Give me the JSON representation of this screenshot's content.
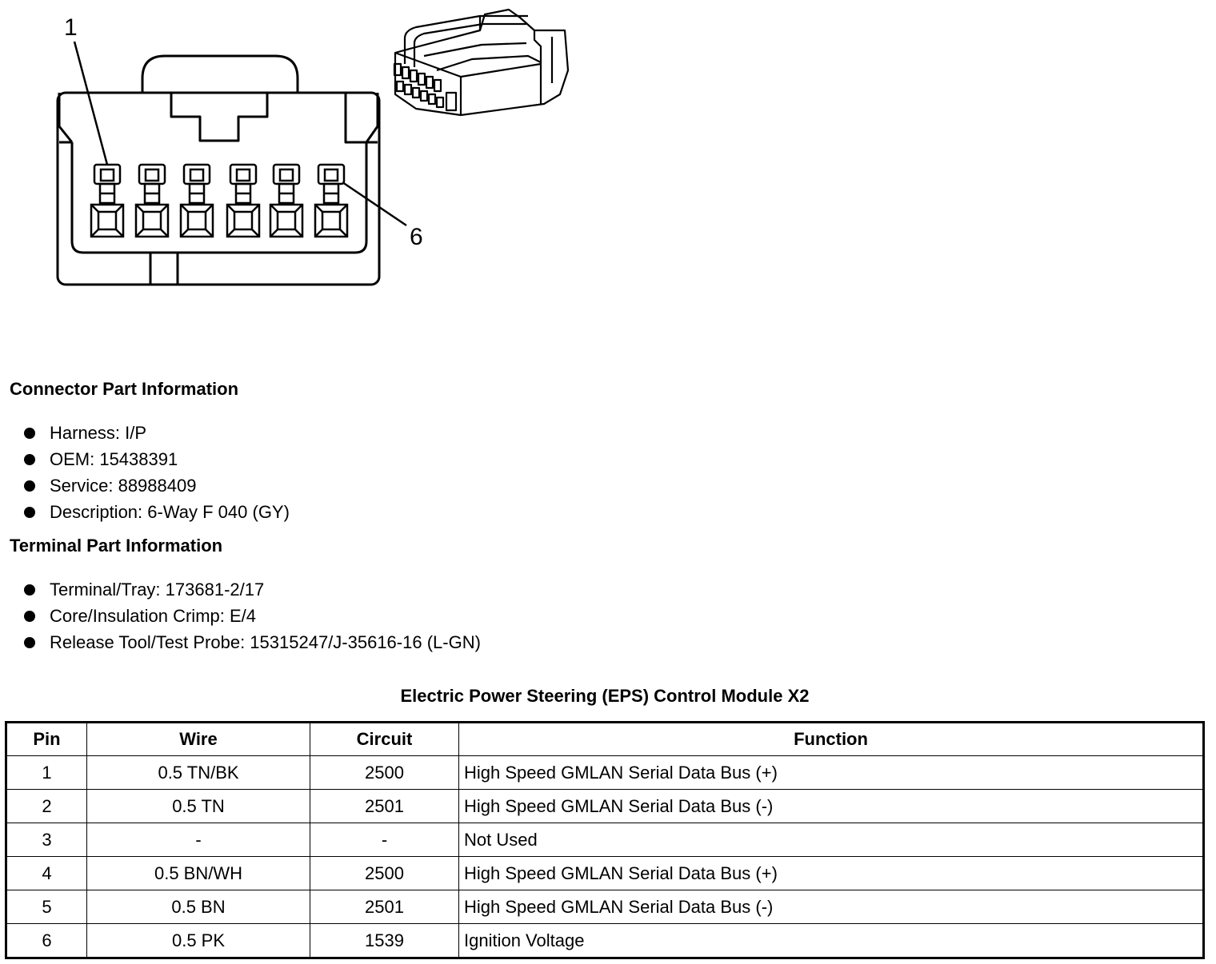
{
  "diagram": {
    "label_pin_first": "1",
    "label_pin_last": "6"
  },
  "connector_info": {
    "heading": "Connector Part Information",
    "items": [
      "Harness: I/P",
      "OEM: 15438391",
      "Service: 88988409",
      "Description: 6-Way F 040 (GY)"
    ]
  },
  "terminal_info": {
    "heading": "Terminal Part Information",
    "items": [
      "Terminal/Tray: 173681-2/17",
      "Core/Insulation Crimp: E/4",
      "Release Tool/Test Probe: 15315247/J-35616-16 (L-GN)"
    ]
  },
  "table": {
    "title": "Electric Power Steering (EPS) Control Module X2",
    "headers": [
      "Pin",
      "Wire",
      "Circuit",
      "Function"
    ],
    "rows": [
      [
        "1",
        "0.5 TN/BK",
        "2500",
        "High Speed GMLAN Serial Data Bus (+)"
      ],
      [
        "2",
        "0.5 TN",
        "2501",
        "High Speed GMLAN Serial Data Bus (-)"
      ],
      [
        "3",
        "-",
        "-",
        "Not Used"
      ],
      [
        "4",
        "0.5 BN/WH",
        "2500",
        "High Speed GMLAN Serial Data Bus (+)"
      ],
      [
        "5",
        "0.5 BN",
        "2501",
        "High Speed GMLAN Serial Data Bus (-)"
      ],
      [
        "6",
        "0.5 PK",
        "1539",
        "Ignition Voltage"
      ]
    ]
  }
}
